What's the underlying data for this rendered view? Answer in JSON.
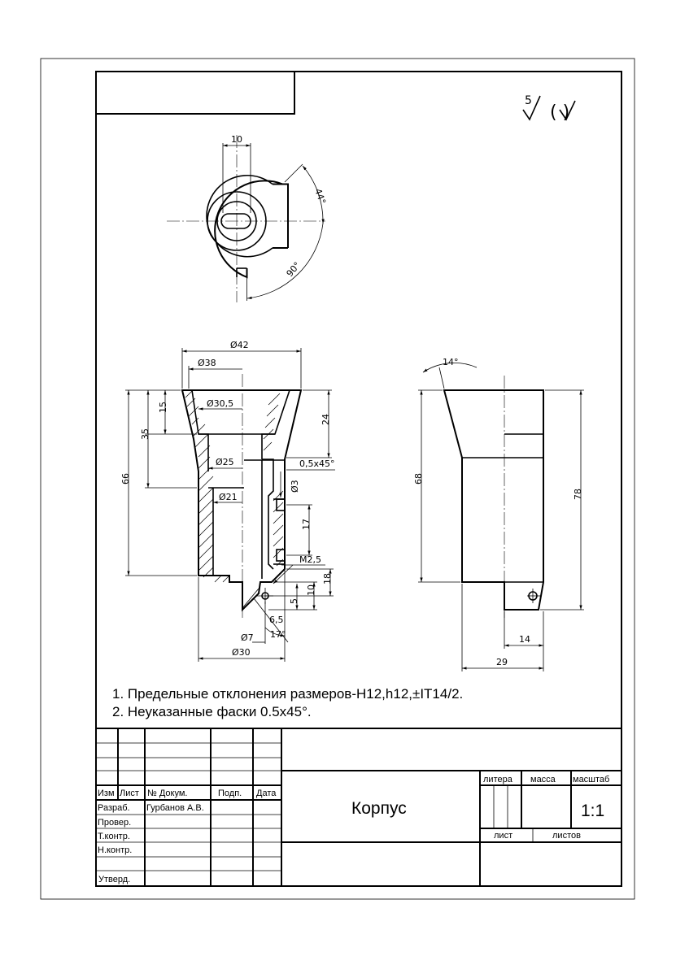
{
  "roughness": {
    "value": "5",
    "symbol": "( )"
  },
  "top_view": {
    "width_label": "10",
    "angle_44": "44°",
    "angle_90": "90°"
  },
  "front_view": {
    "d42": "Ø42",
    "d38": "Ø38",
    "d30_5": "Ø30,5",
    "d25": "Ø25",
    "d21": "Ø21",
    "d3": "Ø3",
    "d7": "Ø7",
    "d30": "Ø30",
    "h15": "15",
    "h35": "35",
    "h66": "66",
    "h24": "24",
    "chamfer": "0,5x45°",
    "h17": "17",
    "thread": "M2,5",
    "h18": "18",
    "h10": "10",
    "h5": "5",
    "d6_5": "6,5",
    "angle17": "17°"
  },
  "side_view": {
    "angle14": "14°",
    "h68": "68",
    "h78": "78",
    "w14": "14",
    "w29": "29"
  },
  "notes": [
    "1. Предельные отклонения размеров-Н12,h12,±IT14/2.",
    "2. Неуказанные фаски 0.5x45°."
  ],
  "title_block": {
    "izm": "Изм",
    "list": "Лист",
    "doc_no": "№ Докум.",
    "signature": "Подп.",
    "date": "Дата",
    "developed": "Разраб.",
    "developer": "Гурбанов А.В.",
    "checked": "Провер.",
    "t_control": "Т.контр.",
    "n_control": "Н.контр.",
    "approved": "Утверд.",
    "part_name": "Корпус",
    "litera": "литера",
    "mass": "масса",
    "scale_label": "масштаб",
    "scale": "1:1",
    "sheet": "лист",
    "sheets": "листов"
  }
}
